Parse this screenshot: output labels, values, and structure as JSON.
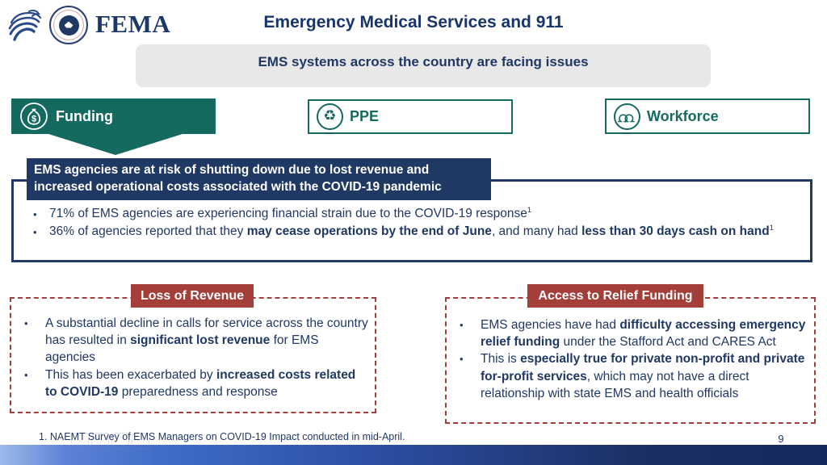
{
  "header": {
    "fema_wordmark": "FEMA",
    "title": "Emergency Medical Services and 911",
    "subtitle": "EMS systems across the country are facing issues"
  },
  "tabs": [
    {
      "label": "Funding",
      "icon": "money-bag-icon",
      "active": true
    },
    {
      "label": "PPE",
      "icon": "recycle-icon",
      "active": false
    },
    {
      "label": "Workforce",
      "icon": "people-icon",
      "active": false
    }
  ],
  "funding_section": {
    "banner": "EMS agencies are at risk of shutting down due to lost revenue and increased operational costs associated with the COVID-19 pandemic",
    "bullets": [
      {
        "segments": [
          {
            "text": "71% of EMS agencies are experiencing financial strain due to the COVID-19 response"
          },
          {
            "text": "1",
            "sup": true
          }
        ]
      },
      {
        "segments": [
          {
            "text": "36% of agencies reported that they "
          },
          {
            "text": "may cease operations by the end of June",
            "bold": true
          },
          {
            "text": ", and many had "
          },
          {
            "text": "less than 30 days cash on hand",
            "bold": true
          },
          {
            "text": "1",
            "sup": true
          }
        ]
      }
    ]
  },
  "detail_boxes": [
    {
      "title": "Loss of Revenue",
      "bullets": [
        {
          "segments": [
            {
              "text": "A substantial decline in calls for service across the country has resulted in "
            },
            {
              "text": "significant lost revenue",
              "bold": true
            },
            {
              "text": " for EMS agencies"
            }
          ]
        },
        {
          "segments": [
            {
              "text": "This has been exacerbated by "
            },
            {
              "text": "increased costs related to COVID-19",
              "bold": true
            },
            {
              "text": " preparedness and response"
            }
          ]
        }
      ]
    },
    {
      "title": "Access to Relief Funding",
      "bullets": [
        {
          "segments": [
            {
              "text": "EMS agencies have had "
            },
            {
              "text": "difficulty accessing emergency relief funding",
              "bold": true
            },
            {
              "text": " under the Stafford Act and CARES Act"
            }
          ]
        },
        {
          "segments": [
            {
              "text": "This is "
            },
            {
              "text": "especially true for private non-profit and private for-profit services",
              "bold": true
            },
            {
              "text": ", which may not have a direct relationship with state EMS and health officials"
            }
          ]
        }
      ]
    }
  ],
  "footer": {
    "footnote": "1. NAEMT Survey of EMS Managers on COVID-19 Impact conducted in mid-April.",
    "page_number": "9"
  },
  "colors": {
    "navy": "#1f3864",
    "teal": "#156a60",
    "red": "#a33e39",
    "banner_gray": "#e8e8e8",
    "footer_gradient_left": "#9db9ea",
    "footer_gradient_right": "#152a5c"
  }
}
